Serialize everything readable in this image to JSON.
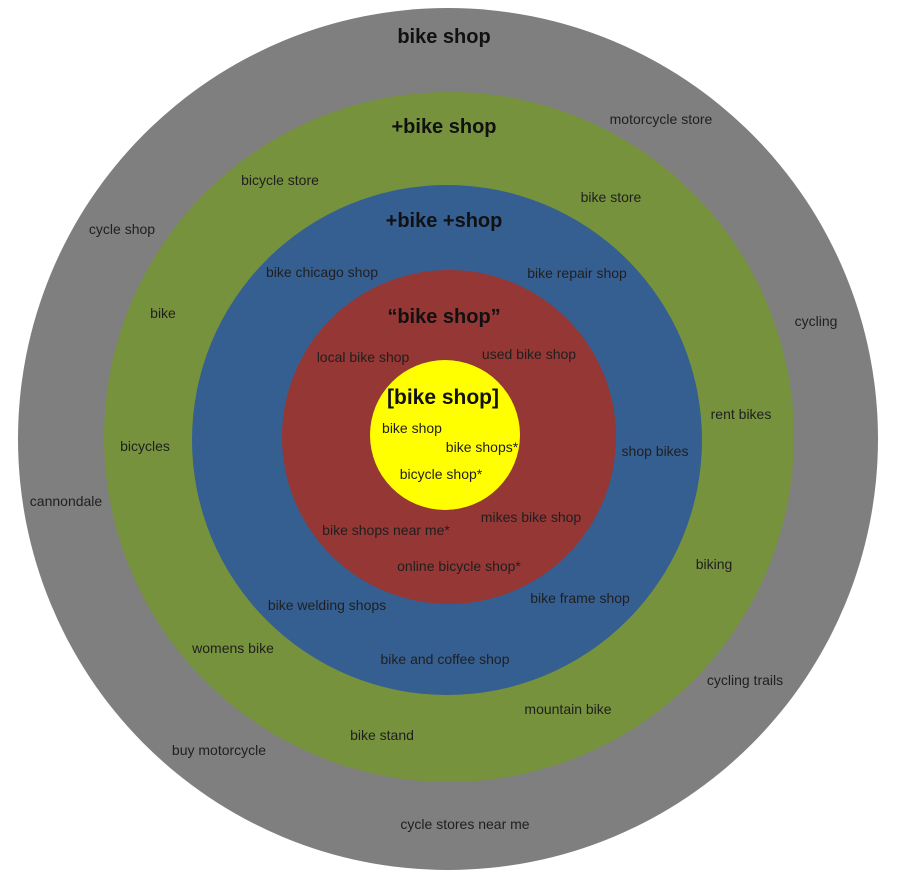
{
  "colors": {
    "outer": "#7f7f7f",
    "green": "#76923c",
    "blue": "#365f91",
    "red": "#953734",
    "yellow": "#ffff00"
  },
  "rings": {
    "broad": {
      "title": "bike shop",
      "terms": [
        "motorcycle store",
        "cycle shop",
        "cycling",
        "cannondale",
        "cycling trails",
        "buy motorcycle",
        "cycle stores near me"
      ]
    },
    "broad_modified": {
      "title": "+bike shop",
      "terms": [
        "bicycle store",
        "bike store",
        "bike",
        "rent bikes",
        "bicycles",
        "biking",
        "womens bike",
        "mountain bike",
        "bike stand"
      ]
    },
    "modified": {
      "title": "+bike +shop",
      "terms": [
        "bike chicago shop",
        "bike repair shop",
        "shop bikes",
        "bike welding shops",
        "bike frame shop",
        "bike and coffee shop"
      ]
    },
    "phrase": {
      "title": "“bike shop”",
      "terms": [
        "local bike shop",
        "used bike shop",
        "bike shops near me*",
        "mikes bike shop",
        "online bicycle shop*"
      ]
    },
    "exact": {
      "title": "[bike shop]",
      "terms": [
        "bike shop",
        "bike shops*",
        "bicycle shop*"
      ]
    }
  }
}
